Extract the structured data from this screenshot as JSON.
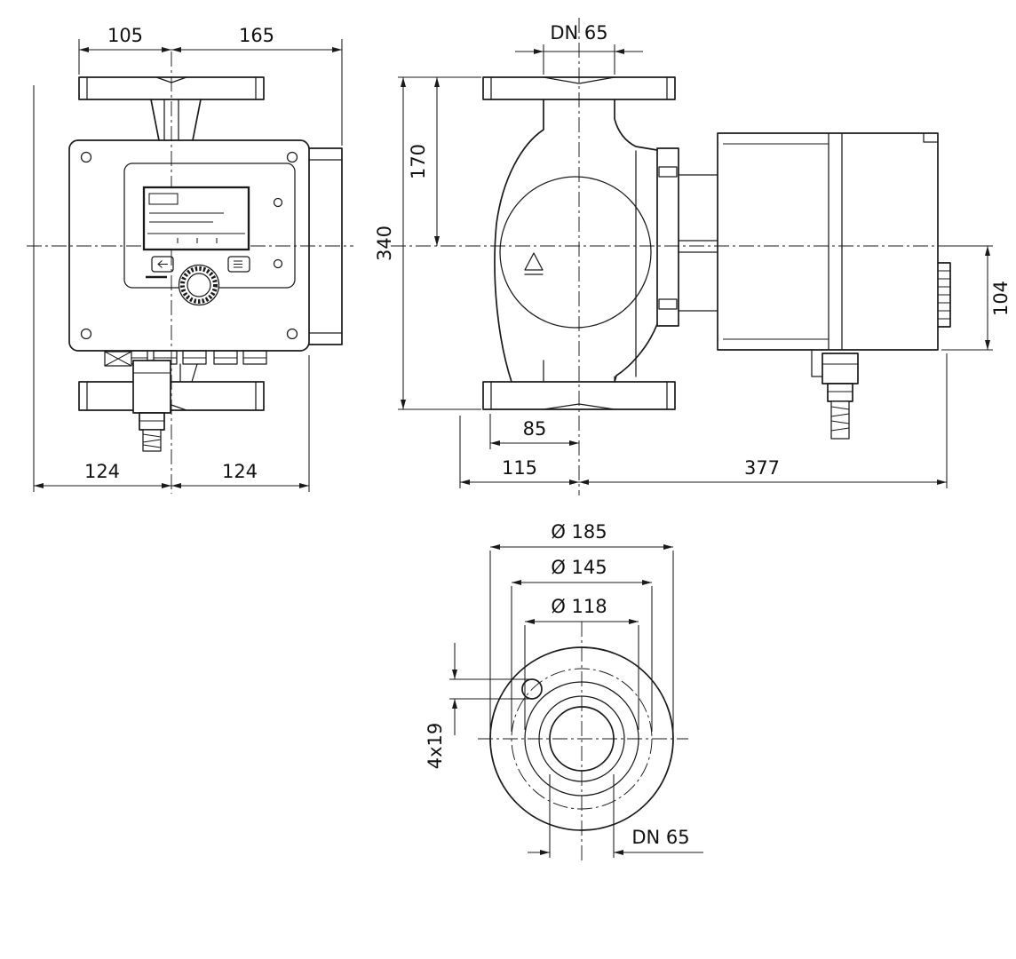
{
  "front_view": {
    "dim_top_left": "105",
    "dim_top_right": "165",
    "dim_bottom_left": "124",
    "dim_bottom_right": "124"
  },
  "side_view": {
    "dim_flange_dn": "DN 65",
    "dim_flange_to_axis": "170",
    "dim_overall_height": "340",
    "dim_connector_depth": "104",
    "dim_axis_to_volute_edge": "85",
    "dim_axis_to_front": "115",
    "dim_axis_to_rear": "377"
  },
  "flange_view": {
    "dim_outer_dia": "Ø 185",
    "dim_bolt_circle": "Ø 145",
    "dim_raised_face": "Ø 118",
    "dim_bolt_holes": "4x19",
    "dim_bore": "DN 65"
  }
}
